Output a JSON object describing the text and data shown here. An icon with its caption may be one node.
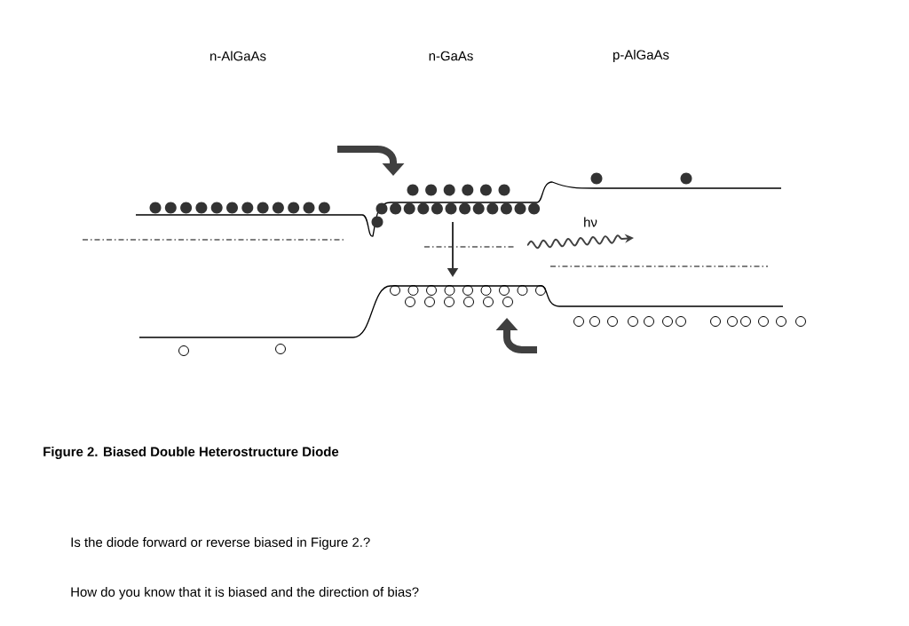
{
  "diagram": {
    "caption": "Figure 2. Biased Double Heterostructure Diode",
    "labels": [
      "n-AlGaAs",
      "n-GaAs",
      "p-AlGaAs",
      "hν",
      "Is the diode forward or reverse biased in Figure 2.?",
      "How do you know that it is biased and the direction of bias?"
    ]
  }
}
